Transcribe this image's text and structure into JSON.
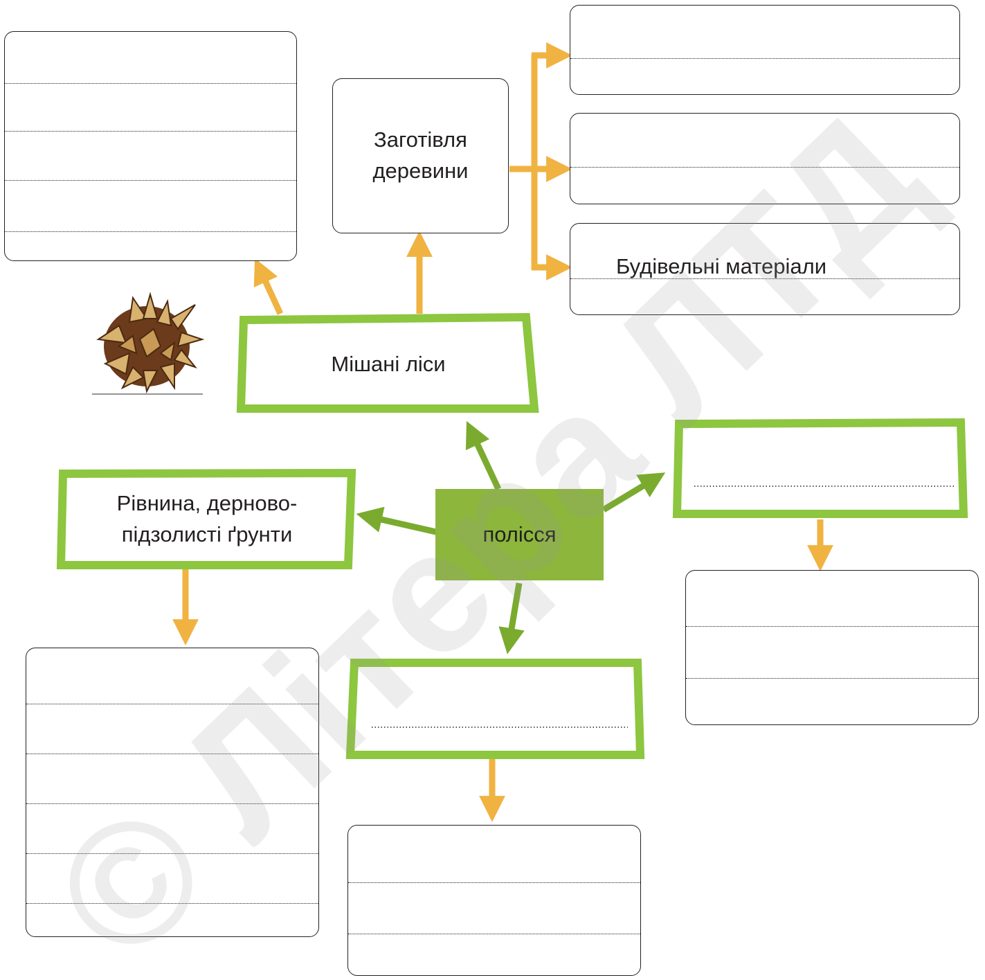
{
  "colors": {
    "green": "#8dc63f",
    "green_fill": "#8cb63c",
    "green_arrow": "#7aab2f",
    "orange": "#f0b341",
    "line": "#231f20"
  },
  "center": {
    "label": "полісся"
  },
  "mixed_forests": {
    "label": "Мішані  ліси"
  },
  "timber": {
    "label": "Заготівля\nдеревини"
  },
  "plain": {
    "label": "Рівнина,  дерново-\nпідзолисті  ґрунти"
  },
  "timber_uses": {
    "items": [
      {
        "text": ""
      },
      {
        "text": ""
      },
      {
        "text": "Будівельні матеріали"
      }
    ]
  },
  "pinecone": {
    "icon": "pinecone-icon"
  },
  "watermark": {
    "text": "© Літера ЛТД"
  }
}
